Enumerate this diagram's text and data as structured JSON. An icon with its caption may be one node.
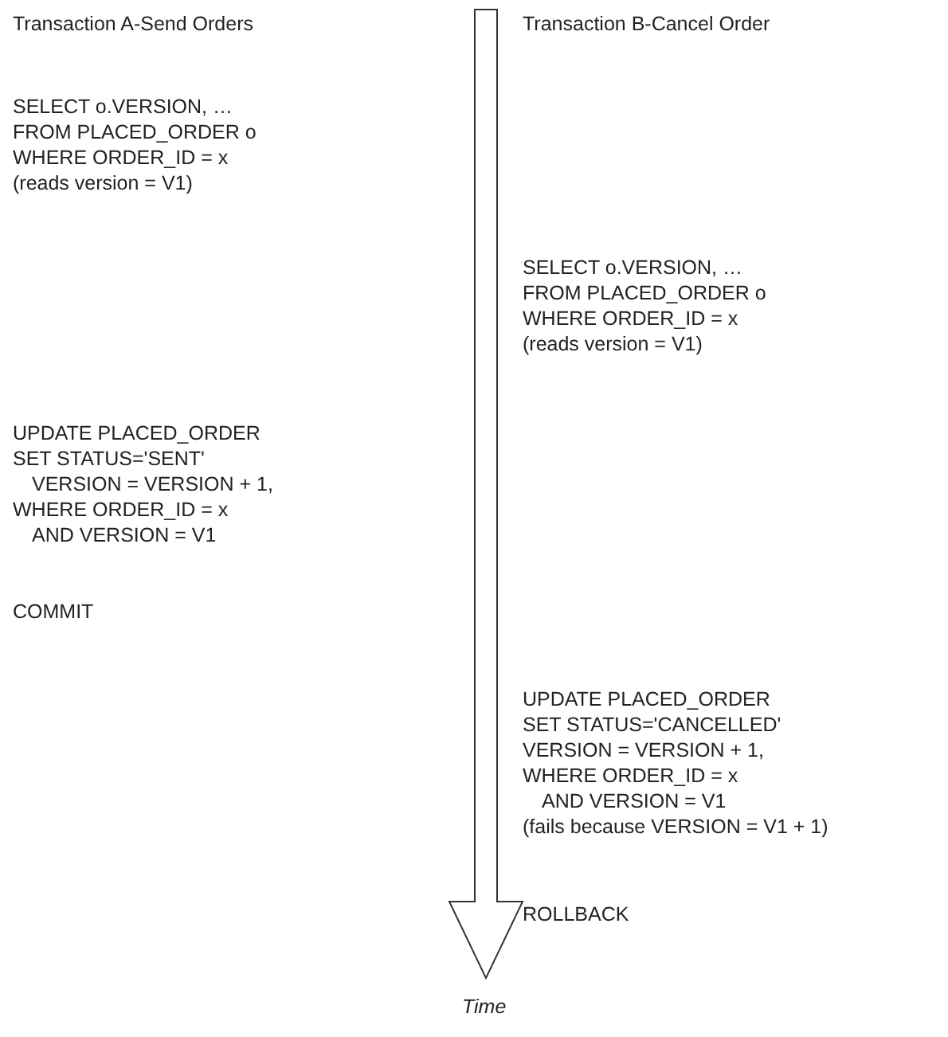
{
  "diagram": {
    "labels": [
      "Transaction A-Send Orders",
      "Transaction B-Cancel Order",
      "SELECT o.VERSION, …",
      "FROM PLACED_ORDER o",
      "WHERE  ORDER_ID = x",
      "(reads version = V1)",
      "SELECT o.VERSION, …",
      "FROM PLACED_ORDER o",
      "WHERE  ORDER_ID = x",
      "(reads version = V1)",
      "UPDATE PLACED_ORDER",
      "SET STATUS='SENT'",
      "VERSION = VERSION + 1,",
      "WHERE ORDER_ID = x",
      "AND VERSION = V1",
      "COMMIT",
      "UPDATE PLACED_ORDER",
      "SET STATUS='CANCELLED'",
      "VERSION = VERSION + 1,",
      "WHERE ORDER_ID = x",
      "AND VERSION = V1",
      "(fails because VERSION = V1 + 1)",
      "ROLLBACK",
      "Time"
    ]
  }
}
